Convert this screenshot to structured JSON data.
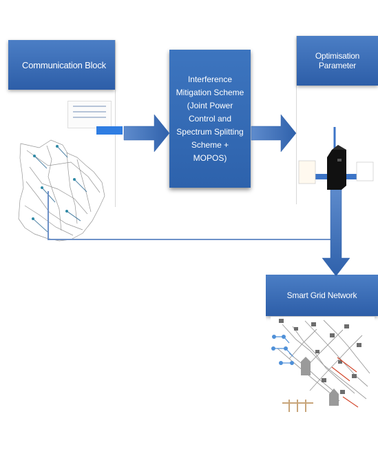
{
  "blocks": {
    "communication": "Communication Block",
    "middle": "Interference Mitigation Scheme (Joint Power Control and Spectrum Splitting Scheme + MOPOS)",
    "optimisation": "Optimisation Parameter",
    "smart_grid": "Smart Grid Network"
  },
  "colors": {
    "primary_blue": "#2d62ac",
    "arrow_blue": "#3f6fb0",
    "connector_blue": "#6d91c8"
  },
  "icons": {
    "network": "network-icon",
    "device": "device-icon",
    "tower": "tower-icon"
  }
}
